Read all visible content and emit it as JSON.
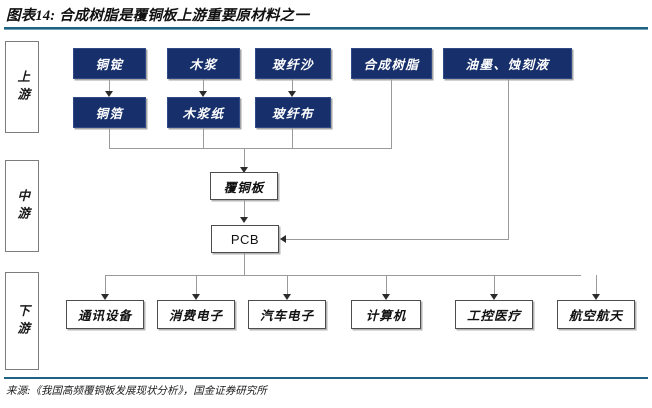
{
  "header": {
    "title": "图表14: 合成树脂是覆铜板上游重要原材料之一"
  },
  "footer": {
    "source": "来源:《我国高频覆铜板发展现状分析》，国金证券研究所"
  },
  "colors": {
    "navy_box": "#17306b",
    "navy_text": "#ffffff",
    "white_box": "#ffffff",
    "box_border": "#4d4d4d",
    "connector": "#9a9a9a",
    "rule": "#1f6282"
  },
  "stages": [
    {
      "id": "upstream",
      "label": "上游"
    },
    {
      "id": "midstream",
      "label": "中游"
    },
    {
      "id": "downstream",
      "label": "下游"
    }
  ],
  "upstream": {
    "raw_materials": [
      {
        "label": "铜锭"
      },
      {
        "label": "木浆"
      },
      {
        "label": "玻纤沙"
      }
    ],
    "processed": [
      {
        "label": "铜箔"
      },
      {
        "label": "木浆纸"
      },
      {
        "label": "玻纤布"
      }
    ],
    "resin": {
      "label": "合成树脂"
    },
    "chemicals": {
      "label": "油墨、蚀刻液"
    }
  },
  "midstream": {
    "ccl": {
      "label": "覆铜板"
    },
    "pcb": {
      "label": "PCB"
    }
  },
  "downstream": {
    "applications": [
      {
        "label": "通讯设备"
      },
      {
        "label": "消费电子"
      },
      {
        "label": "汽车电子"
      },
      {
        "label": "计算机"
      },
      {
        "label": "工控医疗"
      },
      {
        "label": "航空航天"
      }
    ]
  }
}
